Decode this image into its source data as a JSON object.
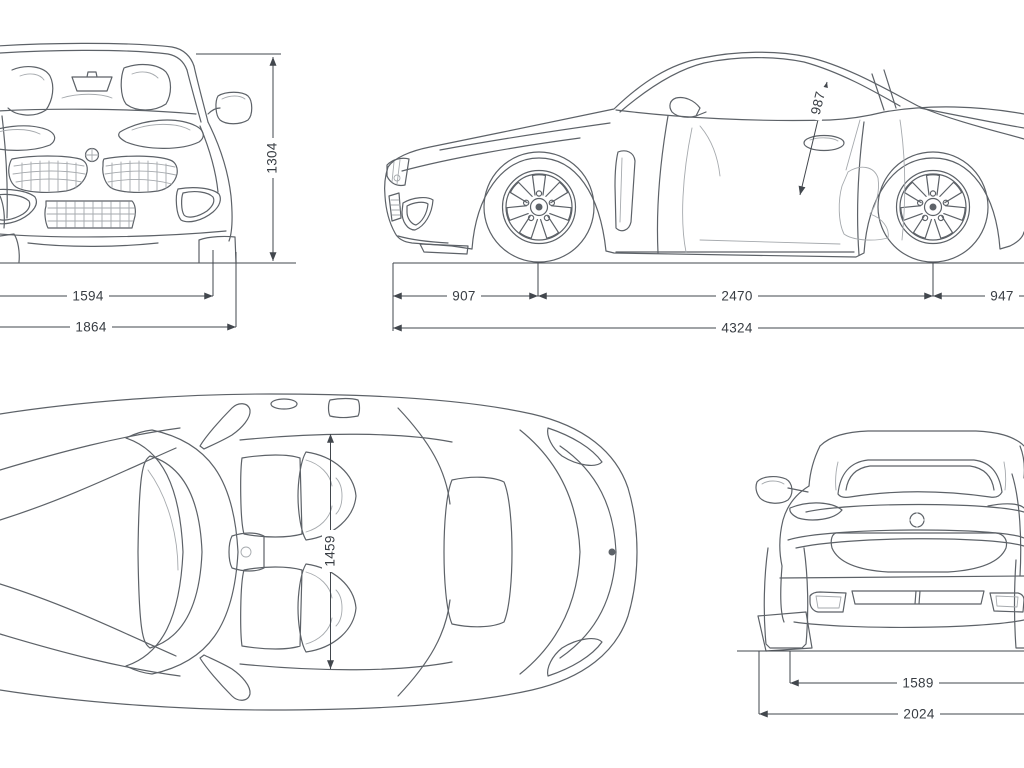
{
  "drawing": {
    "subject": "roadster-four-view-dimension-blueprint",
    "views": [
      "front",
      "side",
      "top",
      "rear"
    ]
  },
  "dims": {
    "front": {
      "height": "1304",
      "width_inner": "1594",
      "width_outer": "1864"
    },
    "side": {
      "diagonal": "987",
      "front_overhang": "907",
      "wheelbase": "2470",
      "rear_overhang": "947",
      "length": "4324"
    },
    "top": {
      "cockpit": "1459"
    },
    "rear": {
      "width_inner": "1589",
      "width_outer": "2024"
    }
  },
  "colors": {
    "background": "#ffffff",
    "car_line": "#5d6268",
    "car_line_light": "#a6aaae",
    "dimension_line": "#42474d",
    "dimension_text": "#383d43"
  }
}
